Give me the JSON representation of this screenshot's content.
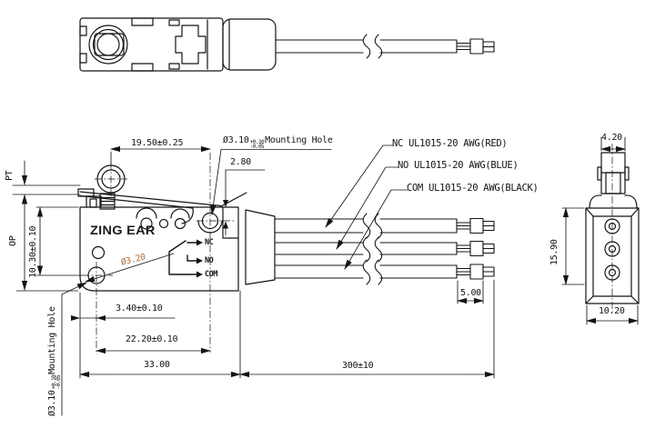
{
  "drawing": {
    "brand": "ZING EAR",
    "colors": {
      "line": "#141414",
      "hole_dim_accent": "#b06a30"
    },
    "front_view": {
      "terminal_labels": {
        "nc": "NC",
        "no": "NO",
        "com": "COM"
      },
      "hole_diameter": "Ø3.20"
    },
    "mounting_hole_top": {
      "diameter": "Ø3.10",
      "tol_plus": "+0.10",
      "tol_minus": "-0.05",
      "label": "Mounting Hole"
    },
    "mounting_hole_bottom": {
      "diameter": "Ø3.10",
      "tol_plus": "+0.10",
      "tol_minus": "-0.05",
      "label": "Mounting Hole"
    },
    "wires": [
      {
        "label": "NC UL1015-20 AWG(RED)"
      },
      {
        "label": "NO UL1015-20 AWG(BLUE)"
      },
      {
        "label": "COM UL1015-20 AWG(BLACK)"
      }
    ],
    "dimensions": {
      "lever_span": "19.50±0.25",
      "top_hole_offset": "2.80",
      "pretravel": "PT",
      "operating_position": "OP",
      "height": "10.30±0.10",
      "edge_to_hole": "3.40±0.10",
      "hole_spacing": "22.20±0.10",
      "body_length": "33.00",
      "cable_length": "300±10",
      "strip_length": "5.00",
      "plunger_width": "4.20",
      "side_height": "15.90",
      "side_width": "10.20"
    }
  }
}
